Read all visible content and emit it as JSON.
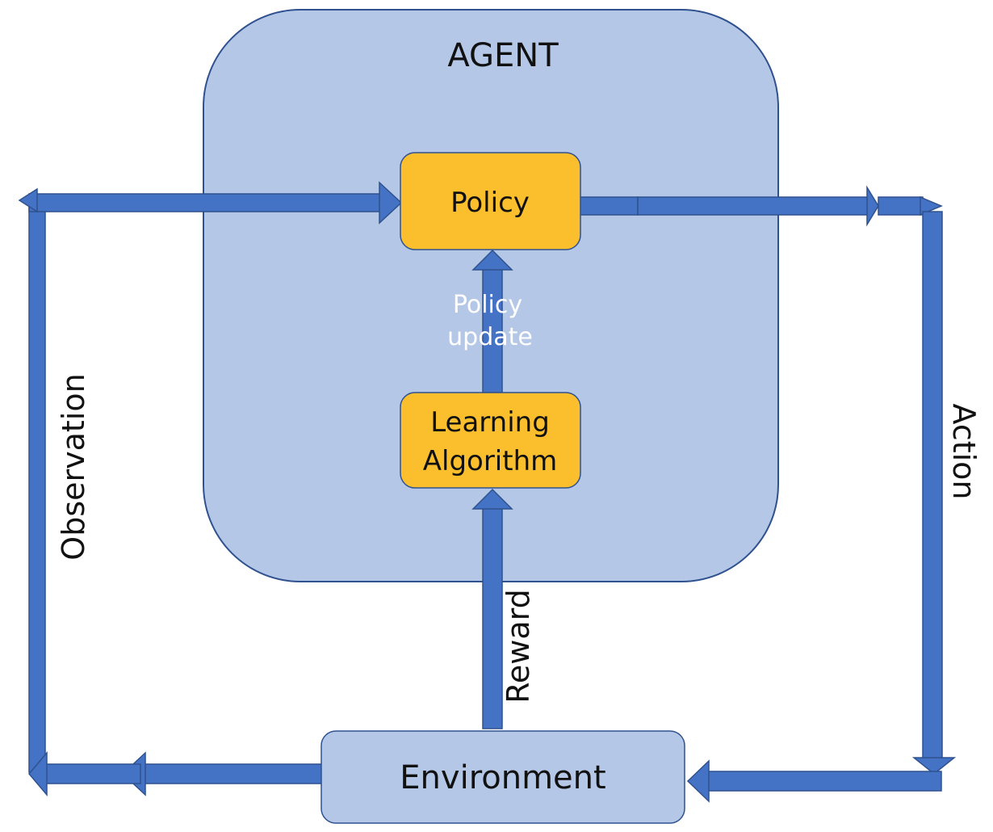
{
  "colors": {
    "agent_fill": "#b4c7e7",
    "agent_stroke": "#2f528f",
    "node_fill": "#fbbf2d",
    "node_stroke": "#2f528f",
    "environment_fill": "#b4c7e7",
    "arrow": "#4472c4",
    "arrow_stroke": "#2f528f"
  },
  "agent": {
    "label": "AGENT"
  },
  "policy": {
    "label": "Policy"
  },
  "learning_algorithm": {
    "line1": "Learning",
    "line2": "Algorithm"
  },
  "policy_update": {
    "line1": "Policy",
    "line2": "update"
  },
  "environment": {
    "label": "Environment"
  },
  "edges": {
    "observation": "Observation",
    "action": "Action",
    "reward": "Reward"
  }
}
